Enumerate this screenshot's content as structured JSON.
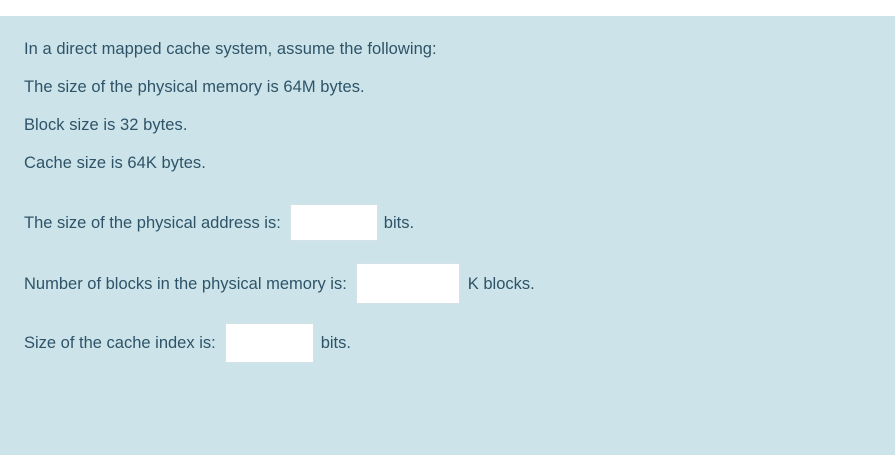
{
  "question": {
    "statements": [
      "In a direct mapped cache system, assume the following:",
      "The size of the physical memory is 64M bytes.",
      "Block size is 32 bytes.",
      "Cache size is 64K bytes."
    ],
    "fields": [
      {
        "label": "The size of the physical address is:",
        "value": "",
        "placeholder": "",
        "unit": "bits."
      },
      {
        "label": "Number of blocks in the physical memory is:",
        "value": "",
        "placeholder": "",
        "unit": "K blocks."
      },
      {
        "label": "Size of the cache index is:",
        "value": "",
        "placeholder": "",
        "unit": "bits."
      }
    ]
  },
  "colors": {
    "panel_background": "#cce4e9",
    "text": "#2e5368",
    "input_background": "#ffffff",
    "input_border": "#d3e3e7",
    "page_background": "#ffffff"
  }
}
